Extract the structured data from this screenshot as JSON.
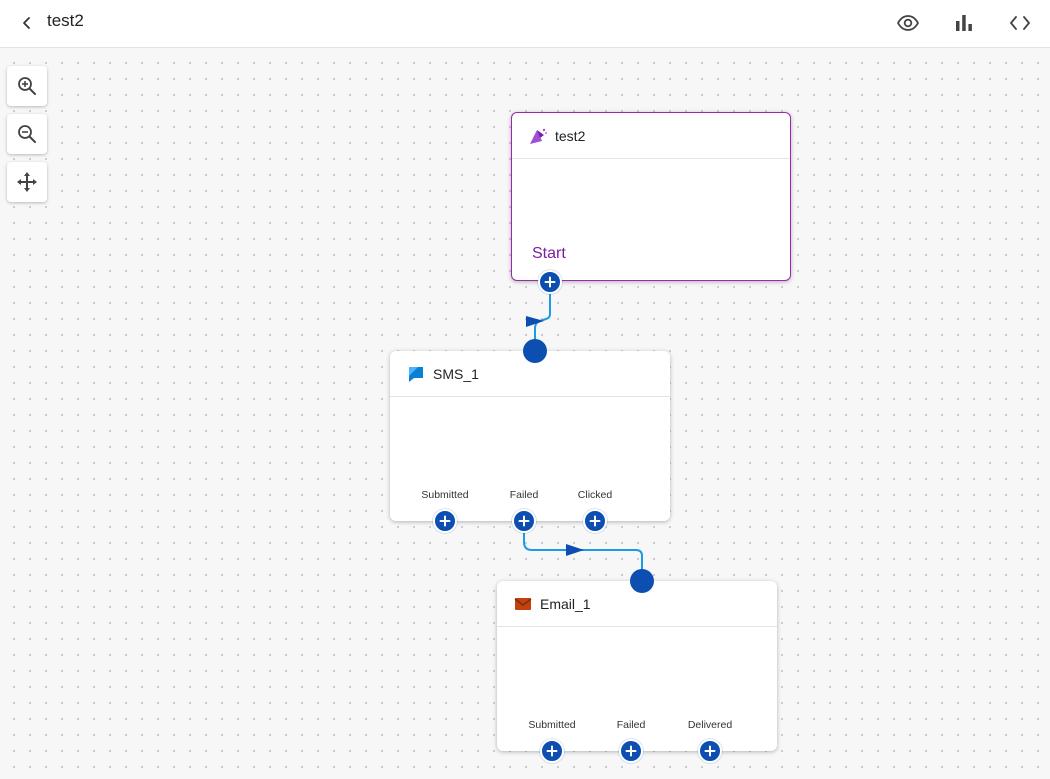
{
  "header": {
    "title": "test2",
    "icons": [
      "chevron-left-icon",
      "eye-icon",
      "bar-chart-icon",
      "code-icon"
    ]
  },
  "zoom_controls": [
    "zoom-in-icon",
    "zoom-out-icon",
    "move-icon"
  ],
  "nodes": {
    "start": {
      "title": "test2",
      "label": "Start",
      "border_color": "#9c27b0"
    },
    "sms": {
      "title": "SMS_1",
      "ports": [
        "Submitted",
        "Failed",
        "Clicked"
      ]
    },
    "email": {
      "title": "Email_1",
      "ports": [
        "Submitted",
        "Failed",
        "Delivered"
      ]
    }
  },
  "colors": {
    "accent": "#0d4fb0",
    "edge": "#1a9be6",
    "start_text": "#7a1fa2"
  }
}
